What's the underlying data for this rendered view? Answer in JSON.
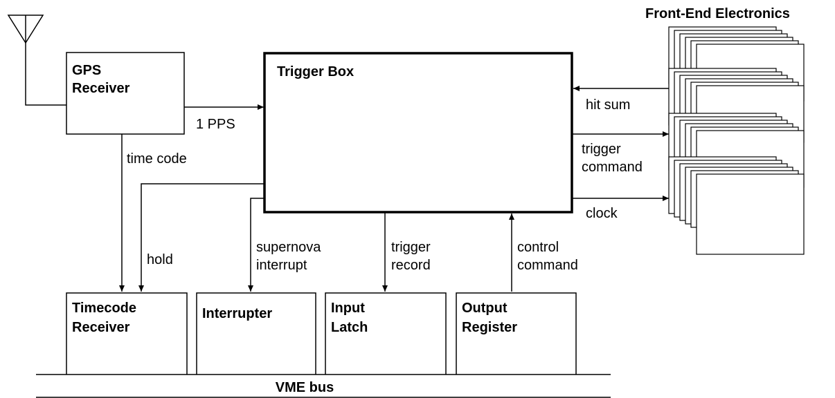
{
  "diagram": {
    "front_end_title": "Front-End Electronics",
    "gps_box": {
      "line1": "GPS",
      "line2": "Receiver"
    },
    "trigger_box": "Trigger Box",
    "timecode_box": {
      "line1": "Timecode",
      "line2": "Receiver"
    },
    "interrupter_box": "Interrupter",
    "input_latch_box": {
      "line1": "Input",
      "line2": "Latch"
    },
    "output_register_box": {
      "line1": "Output",
      "line2": "Register"
    },
    "bus_label": "VME bus",
    "signals": {
      "pps": "1 PPS",
      "time_code": "time code",
      "hold": "hold",
      "supernova": "supernova",
      "interrupt": "interrupt",
      "trigger_record_1": "trigger",
      "trigger_record_2": "record",
      "control_command_1": "control",
      "control_command_2": "command",
      "hit_sum": "hit sum",
      "trigger_command_1": "trigger",
      "trigger_command_2": "command",
      "clock": "clock"
    }
  }
}
